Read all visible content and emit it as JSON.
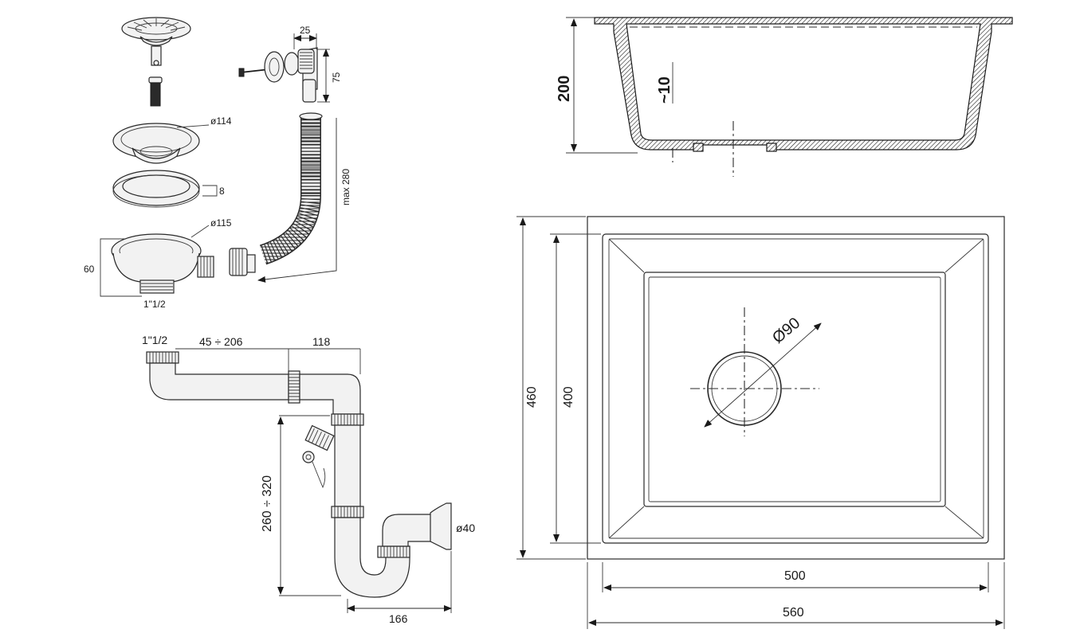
{
  "strainer": {
    "basket_dia": "ø114",
    "gasket_thickness": "8",
    "body_dia": "ø115",
    "body_height": "60",
    "thread": "1\"1/2"
  },
  "overflow": {
    "width": "25",
    "height": "75",
    "hose_length": "max 280"
  },
  "siphon": {
    "thread": "1\"1/2",
    "horizontal_range": "45 ÷ 206",
    "offset": "118",
    "vertical_range": "260 ÷ 320",
    "outlet_dia": "ø40",
    "width": "166"
  },
  "sink_section": {
    "depth": "200",
    "wall": "~10"
  },
  "sink_plan": {
    "outer_depth": "460",
    "inner_depth": "400",
    "drain_dia": "Ø90",
    "inner_width": "500",
    "outer_width": "560"
  }
}
